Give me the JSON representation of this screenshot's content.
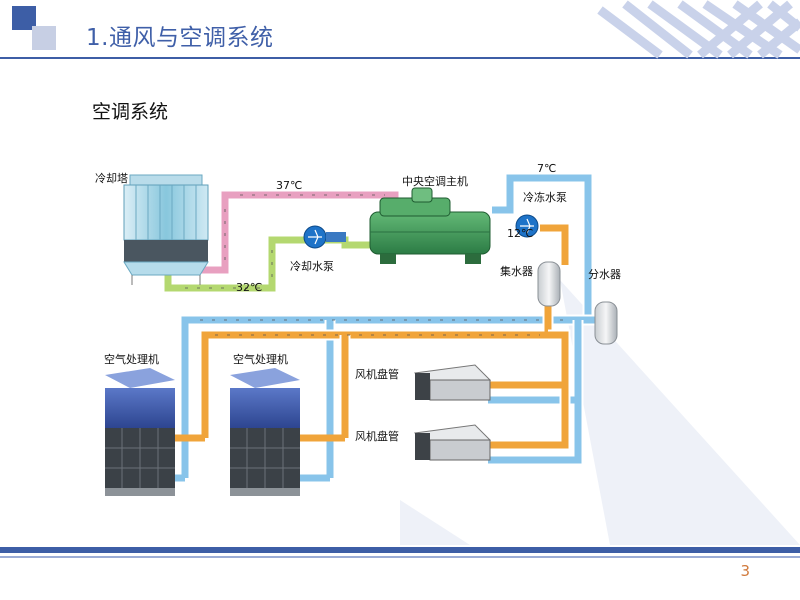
{
  "slide": {
    "title": "1.通风与空调系统",
    "section_title": "空调系统",
    "page_number": "3"
  },
  "diagram": {
    "labels": {
      "cooling_tower": "冷却塔",
      "central_ac": "中央空调主机",
      "chilled_pump": "冷冻水泵",
      "cooling_pump": "冷却水泵",
      "collector": "集水器",
      "distributor": "分水器",
      "ahu_1": "空气处理机",
      "ahu_2": "空气处理机",
      "fcu_1": "风机盘管",
      "fcu_2": "风机盘管"
    },
    "temperatures": {
      "cooling_supply": "37℃",
      "cooling_return": "32℃",
      "chilled_supply": "7℃",
      "chilled_return": "12℃"
    }
  },
  "colors": {
    "accent": "#3f5fa8",
    "hot_pipe": "#e8a0c0",
    "cool_pipe": "#b4d870",
    "chilled_supply_pipe": "#88c4ea",
    "chilled_return_pipe": "#f0a43a",
    "equipment_green": "#3f9a55"
  }
}
